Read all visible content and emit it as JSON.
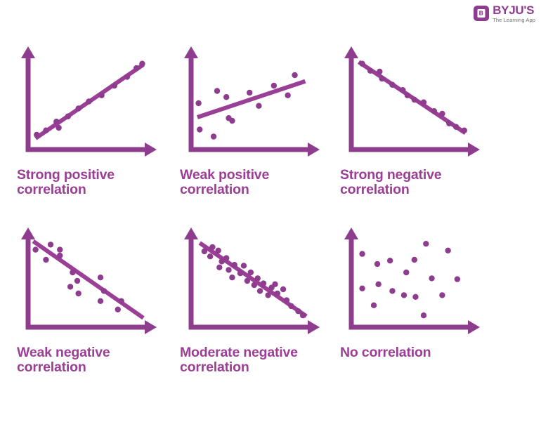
{
  "page": {
    "background": "#ffffff",
    "accent_color": "#9B3E96",
    "axis_color": "#8E3C8E",
    "point_color": "#8E3C8E",
    "line_color": "#9B3E96"
  },
  "logo": {
    "brand": "BYJU'S",
    "tagline": "The Learning App",
    "mark_icon": "byjus-book-icon",
    "brand_color": "#8E3C8E",
    "tagline_color": "#6f6f6f"
  },
  "chart_data": [
    {
      "type": "scatter",
      "id": "strong-positive",
      "title": "Strong positive correlation",
      "caption": "Strong positive\ncorrelation",
      "xlabel": "",
      "ylabel": "",
      "xlim": [
        0,
        100
      ],
      "ylim": [
        0,
        100
      ],
      "grid": false,
      "legend": "none",
      "trendline": {
        "x0": 4,
        "y0": 8,
        "x1": 97,
        "y1": 92,
        "visible": true
      },
      "points": [
        {
          "x": 5,
          "y": 12
        },
        {
          "x": 13,
          "y": 17
        },
        {
          "x": 22,
          "y": 27
        },
        {
          "x": 24,
          "y": 20
        },
        {
          "x": 32,
          "y": 33
        },
        {
          "x": 41,
          "y": 42
        },
        {
          "x": 50,
          "y": 50
        },
        {
          "x": 61,
          "y": 57
        },
        {
          "x": 72,
          "y": 68
        },
        {
          "x": 83,
          "y": 78
        },
        {
          "x": 91,
          "y": 88
        },
        {
          "x": 96,
          "y": 93
        }
      ]
    },
    {
      "type": "scatter",
      "id": "weak-positive",
      "title": "Weak positive correlation",
      "caption": "Weak positive\ncorrelation",
      "xlabel": "",
      "ylabel": "",
      "xlim": [
        0,
        100
      ],
      "ylim": [
        0,
        100
      ],
      "grid": false,
      "legend": "none",
      "trendline": {
        "x0": 3,
        "y0": 32,
        "x1": 96,
        "y1": 73,
        "visible": true
      },
      "points": [
        {
          "x": 4,
          "y": 48
        },
        {
          "x": 5,
          "y": 18
        },
        {
          "x": 17,
          "y": 10
        },
        {
          "x": 20,
          "y": 62
        },
        {
          "x": 28,
          "y": 55
        },
        {
          "x": 30,
          "y": 31
        },
        {
          "x": 33,
          "y": 28
        },
        {
          "x": 48,
          "y": 60
        },
        {
          "x": 56,
          "y": 45
        },
        {
          "x": 69,
          "y": 68
        },
        {
          "x": 81,
          "y": 57
        },
        {
          "x": 87,
          "y": 80
        }
      ]
    },
    {
      "type": "scatter",
      "id": "strong-negative",
      "title": "Strong negative correlation",
      "caption": "Strong negative\ncorrelation",
      "xlabel": "",
      "ylabel": "",
      "xlim": [
        0,
        100
      ],
      "ylim": [
        0,
        100
      ],
      "grid": false,
      "legend": "none",
      "trendline": {
        "x0": 4,
        "y0": 95,
        "x1": 96,
        "y1": 14,
        "visible": true
      },
      "points": [
        {
          "x": 7,
          "y": 93
        },
        {
          "x": 14,
          "y": 85
        },
        {
          "x": 22,
          "y": 84
        },
        {
          "x": 24,
          "y": 76
        },
        {
          "x": 33,
          "y": 69
        },
        {
          "x": 42,
          "y": 63
        },
        {
          "x": 46,
          "y": 57
        },
        {
          "x": 52,
          "y": 52
        },
        {
          "x": 60,
          "y": 49
        },
        {
          "x": 69,
          "y": 39
        },
        {
          "x": 76,
          "y": 36
        },
        {
          "x": 82,
          "y": 25
        },
        {
          "x": 88,
          "y": 21
        },
        {
          "x": 95,
          "y": 17
        }
      ]
    },
    {
      "type": "scatter",
      "id": "weak-negative",
      "title": "Weak negative correlation",
      "caption": "Weak negative\ncorrelation",
      "xlabel": "",
      "ylabel": "",
      "xlim": [
        0,
        100
      ],
      "ylim": [
        0,
        100
      ],
      "grid": false,
      "legend": "none",
      "trendline": {
        "x0": 2,
        "y0": 97,
        "x1": 97,
        "y1": 6,
        "visible": true
      },
      "points": [
        {
          "x": 4,
          "y": 87
        },
        {
          "x": 17,
          "y": 93
        },
        {
          "x": 25,
          "y": 87
        },
        {
          "x": 25,
          "y": 80
        },
        {
          "x": 13,
          "y": 75
        },
        {
          "x": 36,
          "y": 60
        },
        {
          "x": 40,
          "y": 50
        },
        {
          "x": 34,
          "y": 43
        },
        {
          "x": 41,
          "y": 35
        },
        {
          "x": 60,
          "y": 54
        },
        {
          "x": 63,
          "y": 38
        },
        {
          "x": 60,
          "y": 26
        },
        {
          "x": 78,
          "y": 26
        },
        {
          "x": 75,
          "y": 16
        }
      ]
    },
    {
      "type": "scatter",
      "id": "moderate-negative",
      "title": "Moderate negative correlation",
      "caption": "Moderate negative\ncorrelation",
      "xlabel": "",
      "ylabel": "",
      "xlim": [
        0,
        100
      ],
      "ylim": [
        0,
        100
      ],
      "grid": false,
      "legend": "none",
      "trendline": {
        "x0": 5,
        "y0": 95,
        "x1": 97,
        "y1": 8,
        "visible": true
      },
      "points": [
        {
          "x": 9,
          "y": 85
        },
        {
          "x": 16,
          "y": 90
        },
        {
          "x": 14,
          "y": 79
        },
        {
          "x": 21,
          "y": 86
        },
        {
          "x": 24,
          "y": 73
        },
        {
          "x": 28,
          "y": 77
        },
        {
          "x": 22,
          "y": 66
        },
        {
          "x": 30,
          "y": 63
        },
        {
          "x": 35,
          "y": 69
        },
        {
          "x": 33,
          "y": 54
        },
        {
          "x": 40,
          "y": 59
        },
        {
          "x": 43,
          "y": 68
        },
        {
          "x": 46,
          "y": 50
        },
        {
          "x": 49,
          "y": 60
        },
        {
          "x": 52,
          "y": 45
        },
        {
          "x": 55,
          "y": 53
        },
        {
          "x": 57,
          "y": 38
        },
        {
          "x": 60,
          "y": 47
        },
        {
          "x": 64,
          "y": 33
        },
        {
          "x": 67,
          "y": 42
        },
        {
          "x": 70,
          "y": 46
        },
        {
          "x": 72,
          "y": 35
        },
        {
          "x": 77,
          "y": 40
        },
        {
          "x": 80,
          "y": 27
        },
        {
          "x": 84,
          "y": 20
        },
        {
          "x": 90,
          "y": 14
        },
        {
          "x": 94,
          "y": 9
        }
      ]
    },
    {
      "type": "scatter",
      "id": "no-correlation",
      "title": "No correlation",
      "caption": "No correlation",
      "xlabel": "",
      "ylabel": "",
      "xlim": [
        0,
        100
      ],
      "ylim": [
        0,
        100
      ],
      "grid": false,
      "legend": "none",
      "trendline": {
        "x0": 0,
        "y0": 0,
        "x1": 0,
        "y1": 0,
        "visible": false
      },
      "points": [
        {
          "x": 7,
          "y": 82
        },
        {
          "x": 20,
          "y": 70
        },
        {
          "x": 31,
          "y": 74
        },
        {
          "x": 62,
          "y": 94
        },
        {
          "x": 81,
          "y": 86
        },
        {
          "x": 52,
          "y": 75
        },
        {
          "x": 45,
          "y": 60
        },
        {
          "x": 67,
          "y": 53
        },
        {
          "x": 89,
          "y": 52
        },
        {
          "x": 21,
          "y": 46
        },
        {
          "x": 7,
          "y": 41
        },
        {
          "x": 33,
          "y": 38
        },
        {
          "x": 43,
          "y": 33
        },
        {
          "x": 53,
          "y": 31
        },
        {
          "x": 76,
          "y": 33
        },
        {
          "x": 17,
          "y": 21
        },
        {
          "x": 60,
          "y": 9
        }
      ]
    }
  ]
}
